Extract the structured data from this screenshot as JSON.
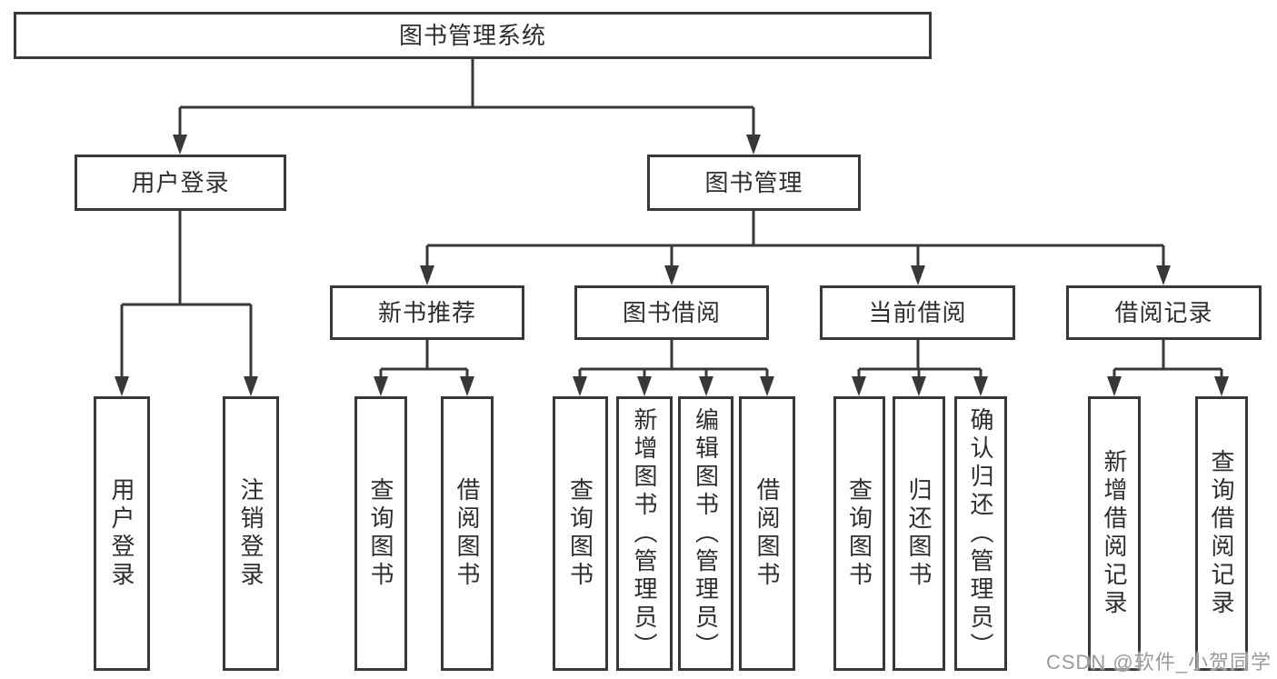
{
  "diagram": {
    "type": "function-decomposition-tree",
    "nodes": {
      "root": {
        "label": "图书管理系统"
      },
      "userLogin": {
        "label": "用户登录"
      },
      "bookMgmt": {
        "label": "图书管理"
      },
      "newBookRec": {
        "label": "新书推荐"
      },
      "bookBorrow": {
        "label": "图书借阅"
      },
      "currentBorrow": {
        "label": "当前借阅"
      },
      "borrowRecords": {
        "label": "借阅记录"
      },
      "leafUserLogin": {
        "label": "用户登录"
      },
      "leafLogout": {
        "label": "注销登录"
      },
      "nbQuery": {
        "label": "查询图书"
      },
      "nbBorrow": {
        "label": "借阅图书"
      },
      "bbQuery": {
        "label": "查询图书"
      },
      "bbAdd": {
        "label": "新增图书（管理员）"
      },
      "bbEdit": {
        "label": "编辑图书（管理员）"
      },
      "bbBorrow": {
        "label": "借阅图书"
      },
      "cbQuery": {
        "label": "查询图书"
      },
      "cbReturn": {
        "label": "归还图书"
      },
      "cbConfirm": {
        "label": "确认归还（管理员）"
      },
      "brAdd": {
        "label": "新增借阅记录"
      },
      "brQuery": {
        "label": "查询借阅记录"
      }
    },
    "edges": [
      {
        "from": "root",
        "to": "userLogin"
      },
      {
        "from": "root",
        "to": "bookMgmt"
      },
      {
        "from": "userLogin",
        "to": "leafUserLogin"
      },
      {
        "from": "userLogin",
        "to": "leafLogout"
      },
      {
        "from": "bookMgmt",
        "to": "newBookRec"
      },
      {
        "from": "bookMgmt",
        "to": "bookBorrow"
      },
      {
        "from": "bookMgmt",
        "to": "currentBorrow"
      },
      {
        "from": "bookMgmt",
        "to": "borrowRecords"
      },
      {
        "from": "newBookRec",
        "to": "nbQuery"
      },
      {
        "from": "newBookRec",
        "to": "nbBorrow"
      },
      {
        "from": "bookBorrow",
        "to": "bbQuery"
      },
      {
        "from": "bookBorrow",
        "to": "bbAdd"
      },
      {
        "from": "bookBorrow",
        "to": "bbEdit"
      },
      {
        "from": "bookBorrow",
        "to": "bbBorrow"
      },
      {
        "from": "currentBorrow",
        "to": "cbQuery"
      },
      {
        "from": "currentBorrow",
        "to": "cbReturn"
      },
      {
        "from": "currentBorrow",
        "to": "cbConfirm"
      },
      {
        "from": "borrowRecords",
        "to": "brAdd"
      },
      {
        "from": "borrowRecords",
        "to": "brQuery"
      }
    ],
    "colors": {
      "line": "#383838",
      "box_border": "#383838",
      "box_background": "#ffffff",
      "text": "#2e2e2e",
      "watermark": "#9b9b9b",
      "background": "#ffffff"
    }
  },
  "watermark": {
    "text": "CSDN @软件_小贺同学"
  }
}
